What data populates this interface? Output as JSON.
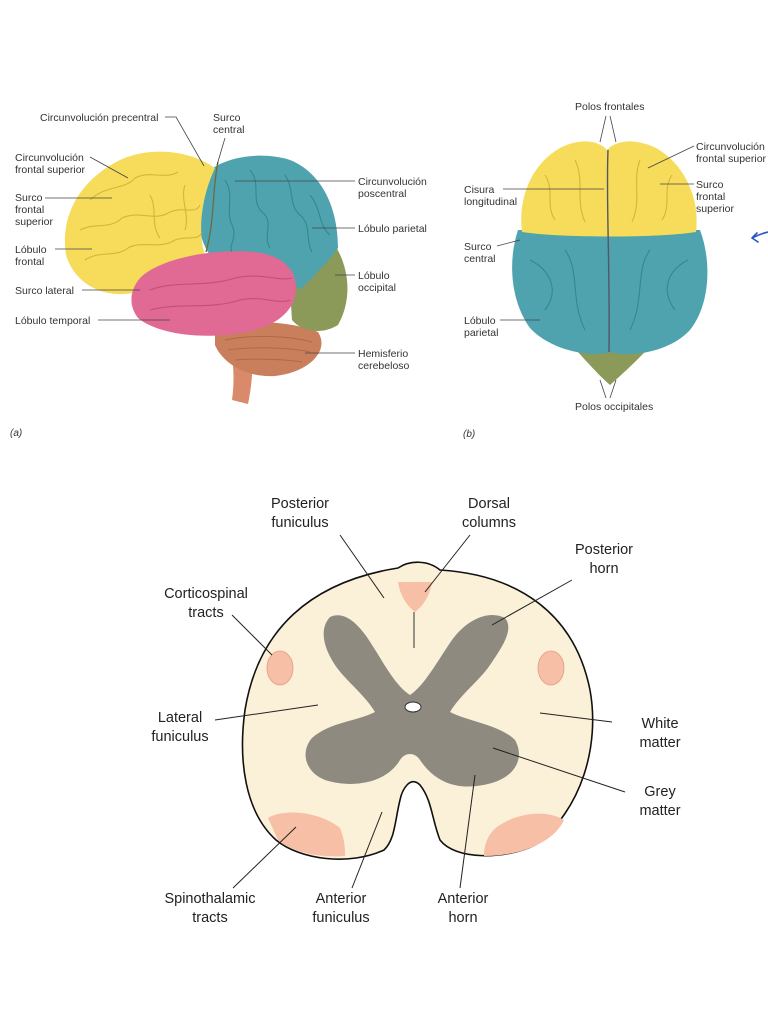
{
  "lateral_view": {
    "panel_letter": "(a)",
    "labels": {
      "circ_precentral": "Circunvolución precentral",
      "surco_central_1": "Surco",
      "surco_central_2": "central",
      "circ_frontal_sup_1": "Circunvolución",
      "circ_frontal_sup_2": "frontal superior",
      "surco_frontal_sup_1": "Surco",
      "surco_frontal_sup_2": "frontal",
      "surco_frontal_sup_3": "superior",
      "lobulo_frontal_1": "Lóbulo",
      "lobulo_frontal_2": "frontal",
      "surco_lateral": "Surco lateral",
      "lobulo_temporal": "Lóbulo temporal",
      "circ_poscentral_1": "Circunvolución",
      "circ_poscentral_2": "poscentral",
      "lobulo_parietal": "Lóbulo parietal",
      "lobulo_occipital_1": "Lóbulo",
      "lobulo_occipital_2": "occipital",
      "hemisferio_1": "Hemisferio",
      "hemisferio_2": "cerebeloso"
    }
  },
  "superior_view": {
    "panel_letter": "(b)",
    "labels": {
      "polos_frontales": "Polos frontales",
      "circ_frontal_sup_1": "Circunvolución",
      "circ_frontal_sup_2": "frontal superior",
      "cisura_1": "Cisura",
      "cisura_2": "longitudinal",
      "surco_frontal_sup_1": "Surco",
      "surco_frontal_sup_2": "frontal",
      "surco_frontal_sup_3": "superior",
      "surco_central_1": "Surco",
      "surco_central_2": "central",
      "lobulo_parietal_1": "Lóbulo",
      "lobulo_parietal_2": "parietal",
      "polos_occipitales": "Polos occipitales"
    }
  },
  "spinal_cord": {
    "labels": {
      "posterior_funiculus_1": "Posterior",
      "posterior_funiculus_2": "funiculus",
      "dorsal_columns_1": "Dorsal",
      "dorsal_columns_2": "columns",
      "posterior_horn_1": "Posterior",
      "posterior_horn_2": "horn",
      "corticospinal_1": "Corticospinal",
      "corticospinal_2": "tracts",
      "lateral_funiculus_1": "Lateral",
      "lateral_funiculus_2": "funiculus",
      "white_matter_1": "White",
      "white_matter_2": "matter",
      "grey_matter_1": "Grey",
      "grey_matter_2": "matter",
      "spinothalamic_1": "Spinothalamic",
      "spinothalamic_2": "tracts",
      "anterior_funiculus_1": "Anterior",
      "anterior_funiculus_2": "funiculus",
      "anterior_horn_1": "Anterior",
      "anterior_horn_2": "horn"
    }
  },
  "colors": {
    "frontal": "#f6dc5a",
    "parietal": "#4ea3ae",
    "temporal": "#e06a94",
    "occipital": "#8b9a58",
    "cerebellum": "#c97e5c",
    "white_matter": "#fbf0d8",
    "grey_matter": "#8e8a80",
    "tract": "#f6bfa6",
    "annotation": "#2a55c9"
  }
}
